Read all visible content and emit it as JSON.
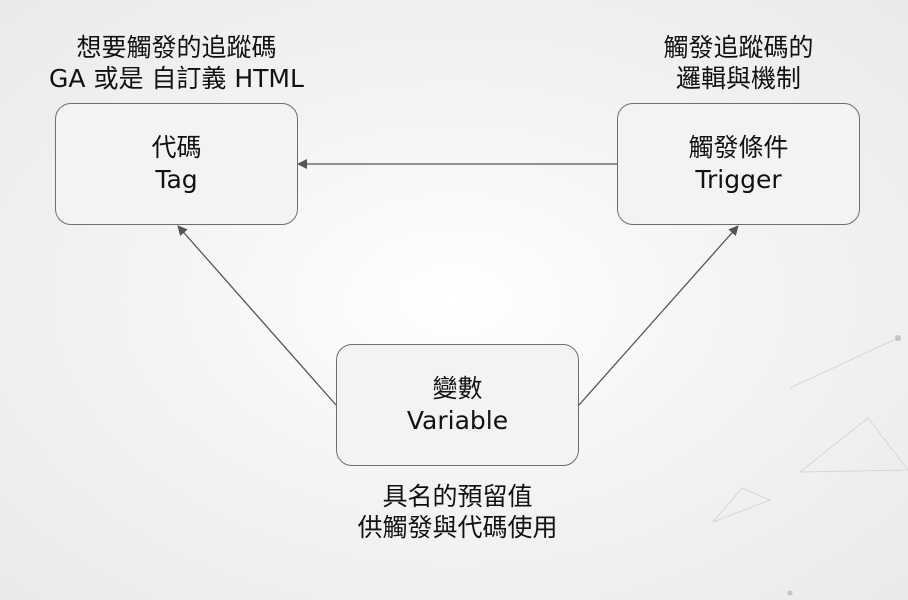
{
  "nodes": {
    "tag": {
      "title": "代碼",
      "subtitle": "Tag"
    },
    "trigger": {
      "title": "觸發條件",
      "subtitle": "Trigger"
    },
    "variable": {
      "title": "變數",
      "subtitle": "Variable"
    }
  },
  "captions": {
    "tag": {
      "line1": "想要觸發的追蹤碼",
      "line2": "GA 或是 自訂義 HTML"
    },
    "trigger": {
      "line1": "觸發追蹤碼的",
      "line2": "邏輯與機制"
    },
    "variable": {
      "line1": "具名的預留值",
      "line2": "供觸發與代碼使用"
    }
  },
  "colors": {
    "node_border": "#6e6e6e",
    "node_fill": "#f3f3f3",
    "arrow": "#555555",
    "text": "#111111"
  }
}
